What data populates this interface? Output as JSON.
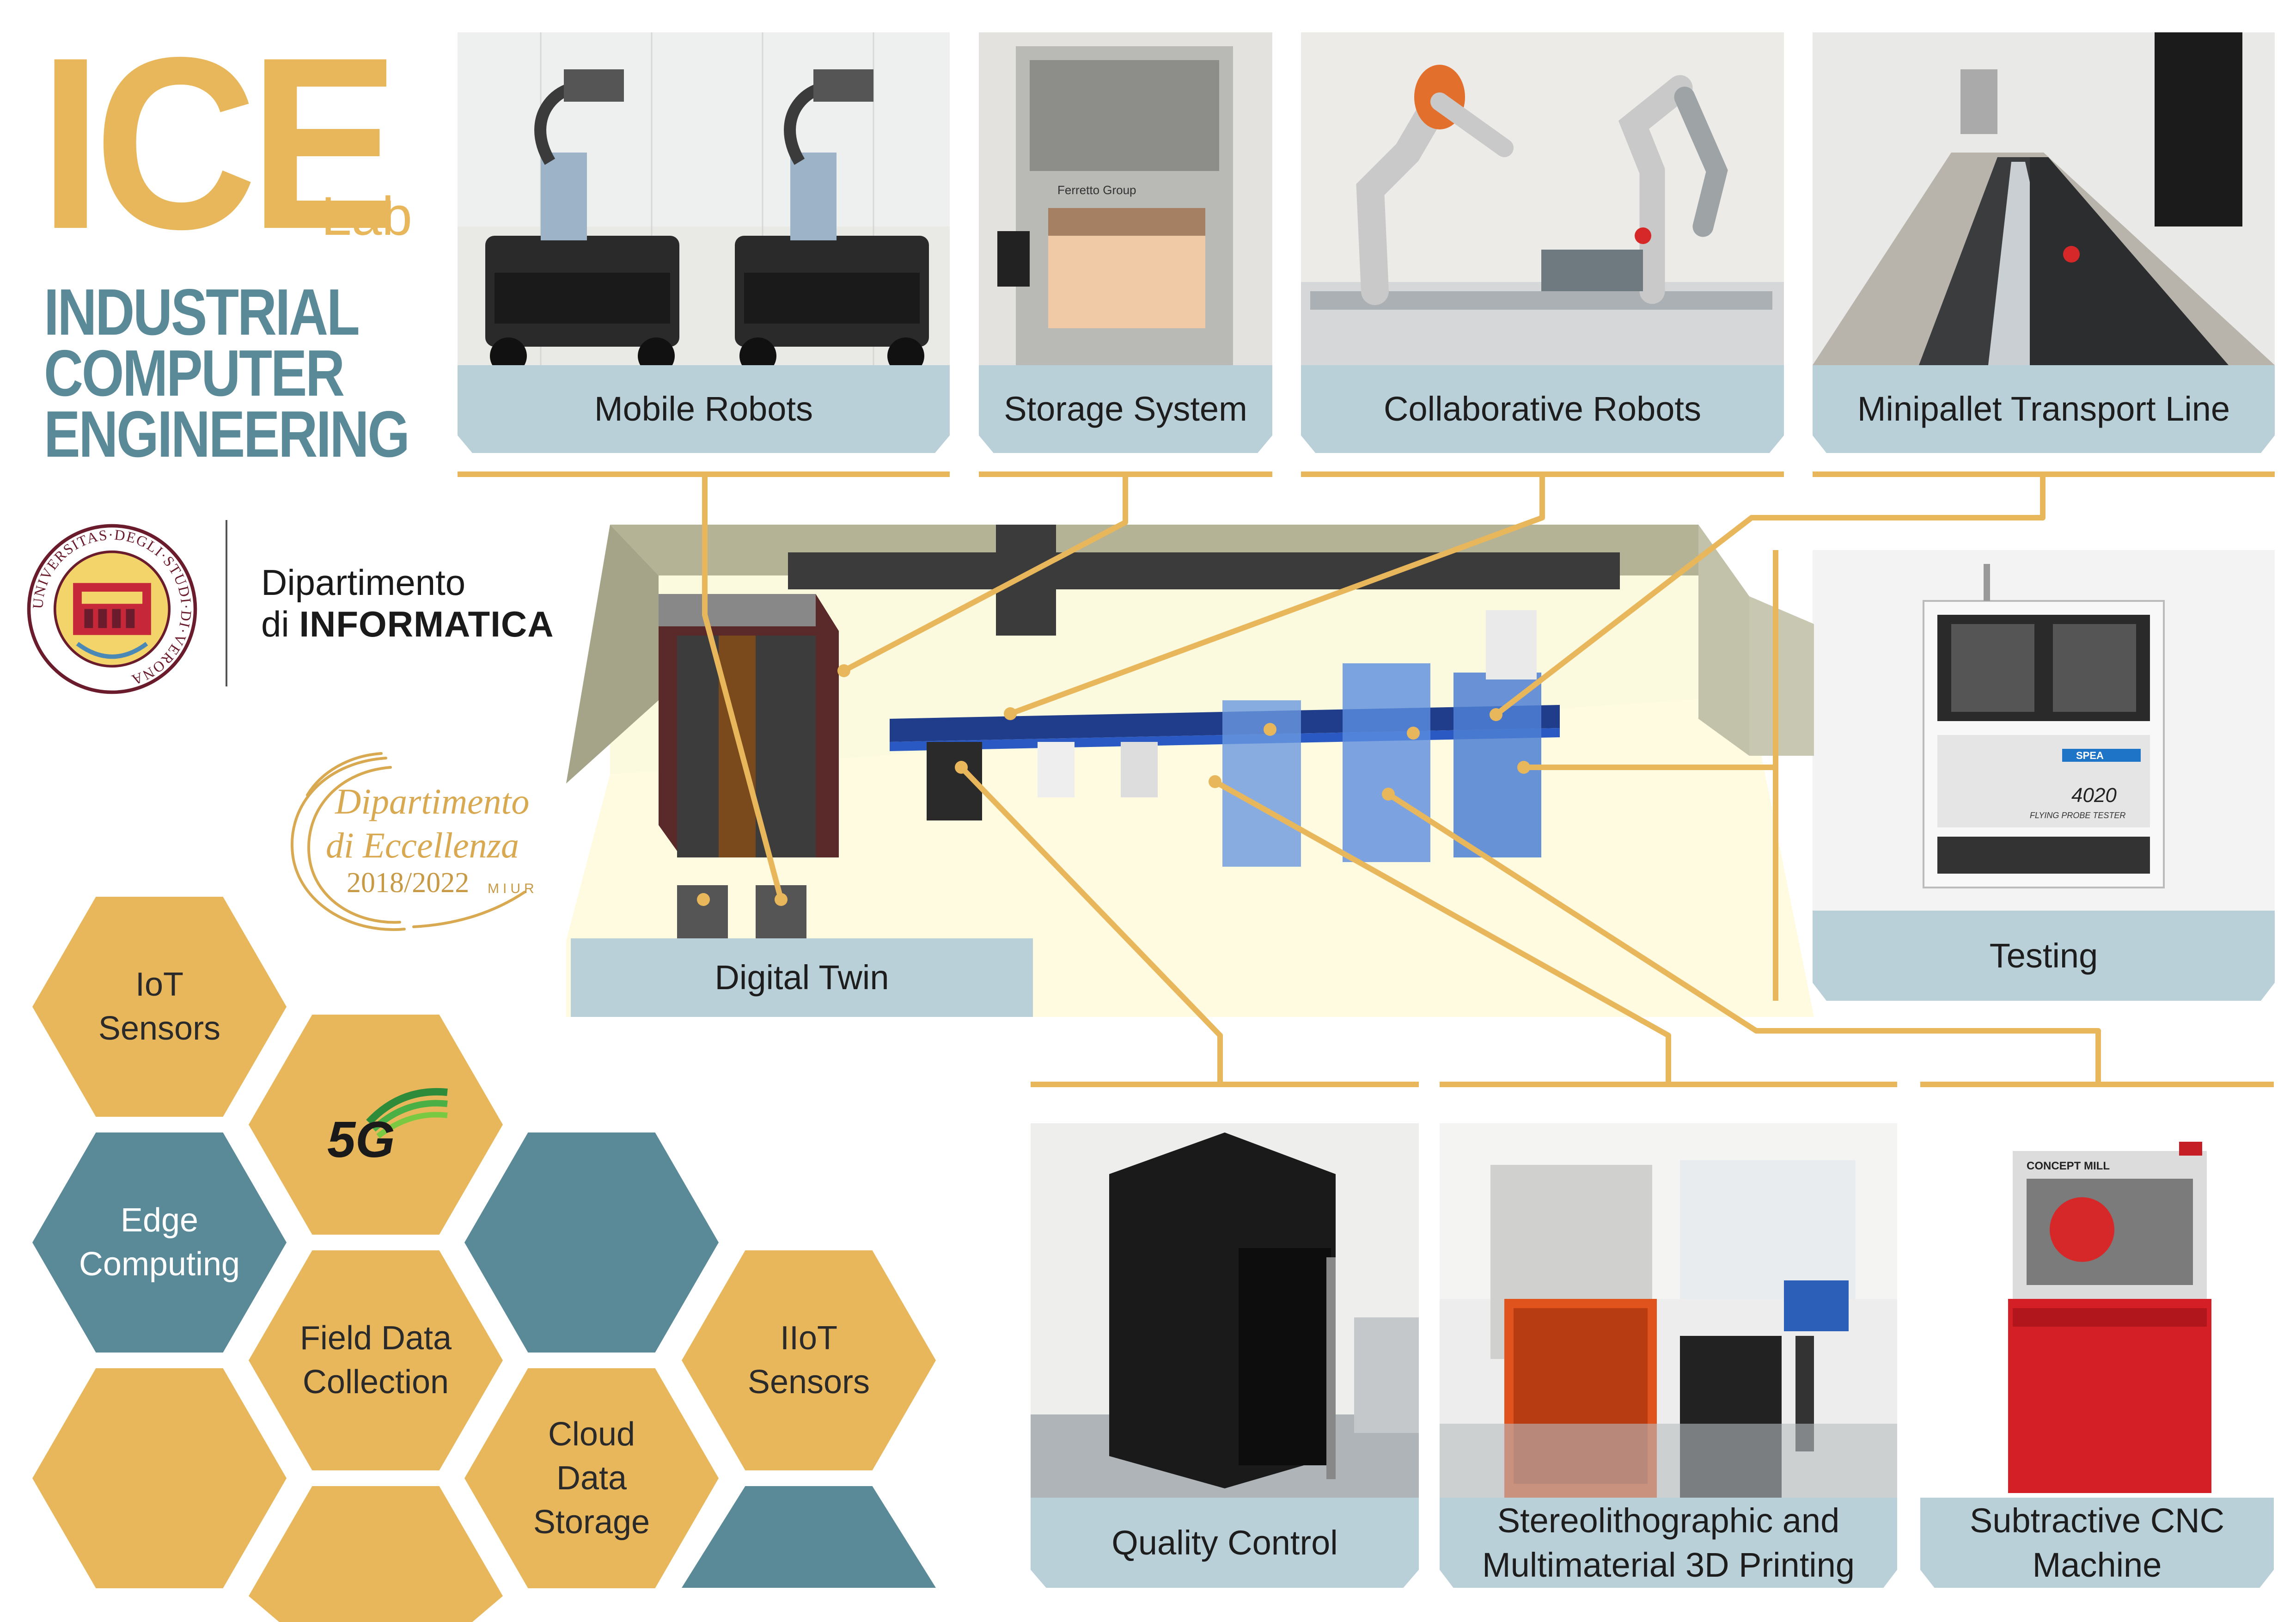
{
  "logo": {
    "title": "ICE",
    "title_sup": "Lab",
    "subtitle_lines": [
      "INDUSTRIAL",
      "COMPUTER",
      "ENGINEERING"
    ]
  },
  "university": {
    "seal_text": "UNIVERSITAS·DEGLI·STUDI·DI·VERONA",
    "dept_line1": "Dipartimento",
    "dept_prefix": "di",
    "dept_name": "INFORMATICA"
  },
  "excellence": {
    "line1": "Dipartimento",
    "line2": "di Eccellenza",
    "years": "2018/2022",
    "miur": "MIUR"
  },
  "top_cards": [
    {
      "label": "Mobile Robots"
    },
    {
      "label": "Storage System"
    },
    {
      "label": "Collaborative Robots"
    },
    {
      "label": "Minipallet Transport Line"
    }
  ],
  "testing": {
    "label": "Testing",
    "machine_model": "4020",
    "brand": "SPEA",
    "machine_sub": "FLYING PROBE TESTER"
  },
  "digital_twin": {
    "label": "Digital Twin"
  },
  "bottom_cards": [
    {
      "label": "Quality Control"
    },
    {
      "label": "Stereolithographic and Multimaterial 3D Printing"
    },
    {
      "label": "Subtractive CNC Machine"
    }
  ],
  "storage_brand": "Ferretto Group",
  "cnc_brand": "CONCEPT MILL",
  "hexagons": [
    {
      "label": "IoT Sensors"
    },
    {
      "label": "5G"
    },
    {
      "label": "Edge Computing"
    },
    {
      "label": "Field Data Collection"
    },
    {
      "label": "IIoT Sensors"
    },
    {
      "label": "Cloud Data Storage"
    }
  ],
  "colors": {
    "gold": "#E9B75B",
    "teal": "#5A8A98",
    "tab": "#B9D0D8"
  }
}
